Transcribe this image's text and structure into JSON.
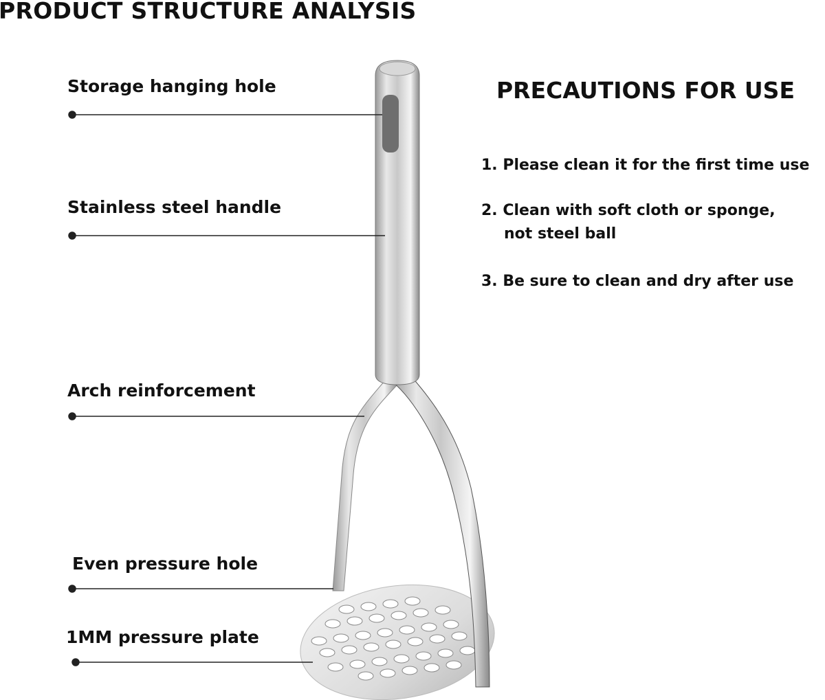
{
  "title": "PRODUCT STRUCTURE ANALYSIS",
  "labels": [
    {
      "text": "Storage hanging hole"
    },
    {
      "text": "Stainless steel handle"
    },
    {
      "text": "Arch reinforcement"
    },
    {
      "text": "Even pressure hole"
    },
    {
      "text": "1MM pressure plate"
    }
  ],
  "precautions": {
    "title": "PRECAUTIONS FOR USE",
    "items": [
      {
        "line1": "1. Please clean it for the first time use"
      },
      {
        "line1": "2. Clean with soft cloth or sponge,",
        "line2": "not steel ball"
      },
      {
        "line1": "3. Be sure to clean and dry after use"
      }
    ]
  }
}
